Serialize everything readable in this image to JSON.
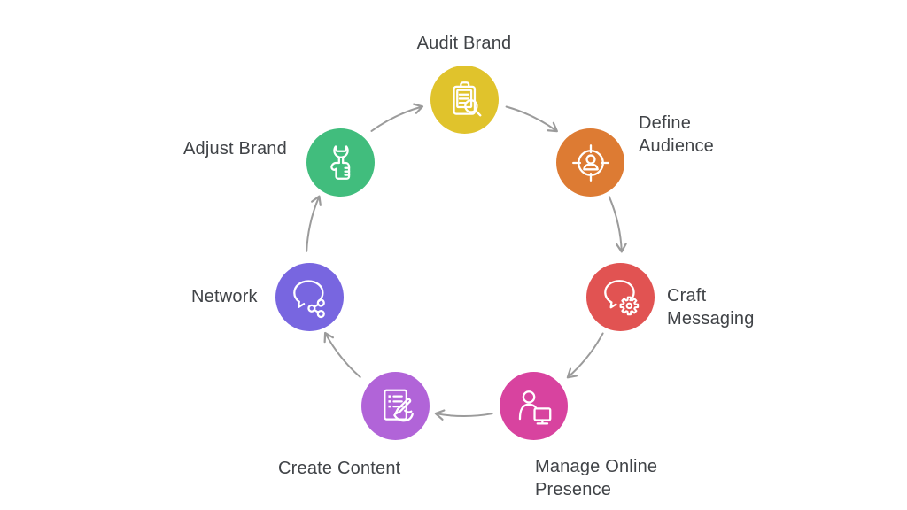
{
  "diagram": {
    "background_color": "#ffffff",
    "arrow_color": "#9b9b9b",
    "label_color": "#404347",
    "icon_color": "#ffffff",
    "flow": "clockwise cycle",
    "nodes": [
      {
        "label": "Audit Brand",
        "color": "#e0c32c",
        "icon": "clipboard-search-icon"
      },
      {
        "label": "Define Audience",
        "color": "#dd7b33",
        "icon": "target-person-icon"
      },
      {
        "label": "Craft Messaging",
        "color": "#e15352",
        "icon": "chat-gear-icon"
      },
      {
        "label": "Manage Online Presence",
        "color": "#d8439f",
        "icon": "person-monitor-icon"
      },
      {
        "label": "Create Content",
        "color": "#b164d8",
        "icon": "document-pen-icon"
      },
      {
        "label": "Network",
        "color": "#7866e0",
        "icon": "chat-share-icon"
      },
      {
        "label": "Adjust Brand",
        "color": "#41bd7d",
        "icon": "wrench-hand-icon"
      }
    ]
  }
}
